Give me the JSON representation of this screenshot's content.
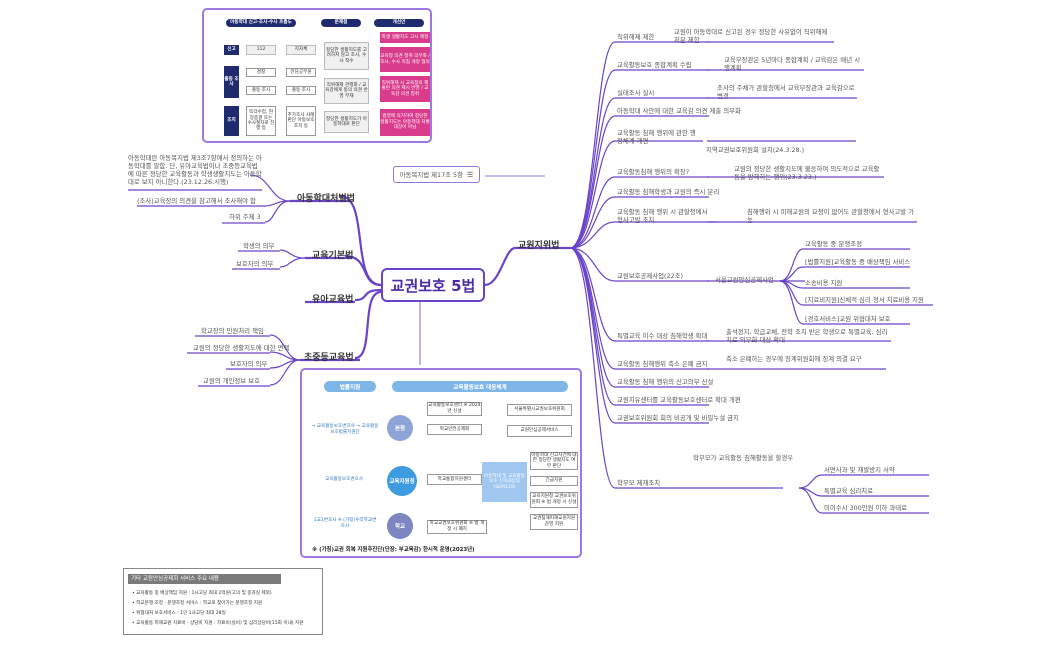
{
  "center_title": "교권보호 5법",
  "ref_note": "아동복지법 제17조 5항",
  "left_branches": [
    {
      "label": "아동학대처벌법",
      "items": [
        "아동학대란 아동복지법 제3조7항에서 정의하는 아동학대를 말함. 단, 유아교육법이나 초중등교육법에 따른 정당한 교육활동과 학생생활지도는 아동학대로 보지 아니한다.(23.12.26.시행)",
        "(조사)교육장의 의견을 참고해서 조사해야 함",
        "하위 주제 3"
      ]
    },
    {
      "label": "교육기본법",
      "items": [
        "학생의 의무",
        "보호자의 의무"
      ]
    },
    {
      "label": "유아교육법",
      "items": []
    },
    {
      "label": "초중등교육법",
      "items": [
        "학교장의 민원처리 책임",
        "교원의 정당한 생활지도에 대한 면책",
        "보호자의 의무",
        "교원의 개인정보 보호"
      ]
    }
  ],
  "right_branch": {
    "label": "교원지위법",
    "items": [
      {
        "label": "직위해제 제한",
        "detail": "교원이 아동학대로 신고된 경우 정당한 사유없이 직위해제 처분 제한"
      },
      {
        "label": "교육활동보호 종합계획 수립",
        "detail": "교육부장관은 5년마다 종합계획 / 교육감은 매년 시행계획"
      },
      {
        "label": "실태조사 실시",
        "detail": "조사의 주체가 관할청에서 교육부장관과 교육감으로 변경"
      },
      {
        "label": "아동학대 사안에 대한 교육감 의견 제출 의무화",
        "detail": ""
      },
      {
        "label": "교육활동 침해 행위에 관한 행정체계 개편",
        "detail": "지역교권보호위원회 설치(24.3.28.)"
      },
      {
        "label": "교육활동침해 행위의 확장?",
        "detail": "교원의 정당한 생활지도에 불응하여 의도적으로 교육활동을 방해하는 행위(23.3.23.)"
      },
      {
        "label": "교육활동 침해학생과 교원의 즉시 분리",
        "detail": ""
      },
      {
        "label": "교육활동 침해 행위 시 관할청에서 형사고발 조치",
        "detail": "침해행위 시 피해교원의 요청이 없어도 관할청에서 형사고발 가능"
      },
      {
        "label": "교원보호공제사업(22조)",
        "detail": "서울교원안심공제사업",
        "sub": [
          "교육활동 중 분쟁조정",
          "[법률지원]교육활동 중 배상책임 서비스",
          "소송비용 지원",
          "[치료비지원]신체적 심리 정서 치료비용 지원",
          "[경호서비스]교원 위협대처 보호"
        ]
      },
      {
        "label": "특별교육 이수 대상 침해학생 확대",
        "detail": "출석정지, 학급교체, 전학 조치 받은 학생으로 특별교육, 심리치료 의무화 대상 확대"
      },
      {
        "label": "교육활동 침해행위 축소 은폐 금지",
        "detail": "축소 은폐하는 경우에 징계위원회에 징계 의결 요구"
      },
      {
        "label": "교육활동 침해 행위의 신고의무 신설",
        "detail": ""
      },
      {
        "label": "교원치유센터를 교육활동보호센터로 확대 개편",
        "detail": ""
      },
      {
        "label": "교권보호위원회 회의 비공개 및 비밀누설 금지",
        "detail": ""
      },
      {
        "label": "학부모 제재조치",
        "detail": "학부모가 교육활동 침해활동을 할경우",
        "sub": [
          "서면사과 및 재발방지 서약",
          "특별교육 심리치료",
          "미이수시 300만원 이하 과태료"
        ]
      }
    ]
  },
  "top_image": {
    "headers": [
      "아동학대 신고·조사·수사 흐름도",
      "문제점",
      "개선안"
    ],
    "row_labels": [
      "신고",
      "출동 조사",
      "조치"
    ],
    "cells": [
      "112",
      "지자체",
      "경찰",
      "전담공무원",
      "출동·조사",
      "출동·조사",
      "즉각수업, 현장종결 또는 수사절차로 진행 등",
      "추가조사 사례판단 아동보호조치 등"
    ],
    "problems": [
      "정당한 생활지도를 고려하지 않고 조사, 수사 착수",
      "직위해제 관행화 / 교육감에게 동의 의견 반영 부재",
      "정당한 생활지도가 아동학대로 판단"
    ],
    "improvements": [
      "학생 생활지도 고시 제정",
      "교육청 의견 청취 의무화 / 조사, 수사 지침 개정 협의",
      "직위해제 시 교육청의 제출된 의견 제시 반영 / 교육감 의견 청취",
      "법령에 의거하여 정당한 생활지도는 아동학대 처벌 대상이 아님"
    ]
  },
  "bottom_image": {
    "headers": [
      "법률지원",
      "교육활동보호 대응체계"
    ],
    "left_notes": [
      "→ 교육활동보호변호사 → 교육활동보호법률지원단",
      "교육활동보호변호사",
      "1교1변호사 ※ (가칭)우리학교변호사"
    ],
    "circles": [
      "본청",
      "교육지원청",
      "학교"
    ],
    "mid_boxes": [
      "교육활동보호센터 ※ 2024년 신설",
      "학교안전공제회",
      "학교통합지원센터",
      "학교교권보호위원회 ※ 법 개정 시 폐지"
    ],
    "center_box": "아동학대 및 교육활동보호 신속대응팀 (SEM119)",
    "right_boxes": [
      "서울특별시교권보호위원회",
      "교원안심공제서비스",
      "아동학대 신고사건에 대한 정당한 생활지도 여부 판단",
      "긴급지원",
      "교육지원청 교권보호위원회 ※ 법 개정 시 신설",
      "교권침해피해교원지원 운영 지원"
    ],
    "footer": "※ (가칭)교권 회복 지원추진단(단장: 부교육감) 한시적 운영(2023년)"
  },
  "note_box": {
    "title": "기타 교원안심공제회 서비스 주요 내용",
    "lines": [
      "• 교육활동 중 배상책임 지원 : 1사고당 최대 2억원(고의 및 중과실 제외)",
      "• 학교분쟁 조정 · 분쟁조정 서비스 : 학교로 찾아가는 분쟁조정 지원",
      "• 위협대처 보호서비스 : 1인 1사고당 최대 28일",
      "• 교육활동 피해교원 치료비 · 상담비 지원 : 치료비(실비) 및 심리상담비(15회 이내) 지원"
    ]
  },
  "colors": {
    "branch": "#6a44c9",
    "navy": "#202a6e",
    "pink": "#d93c8c"
  }
}
